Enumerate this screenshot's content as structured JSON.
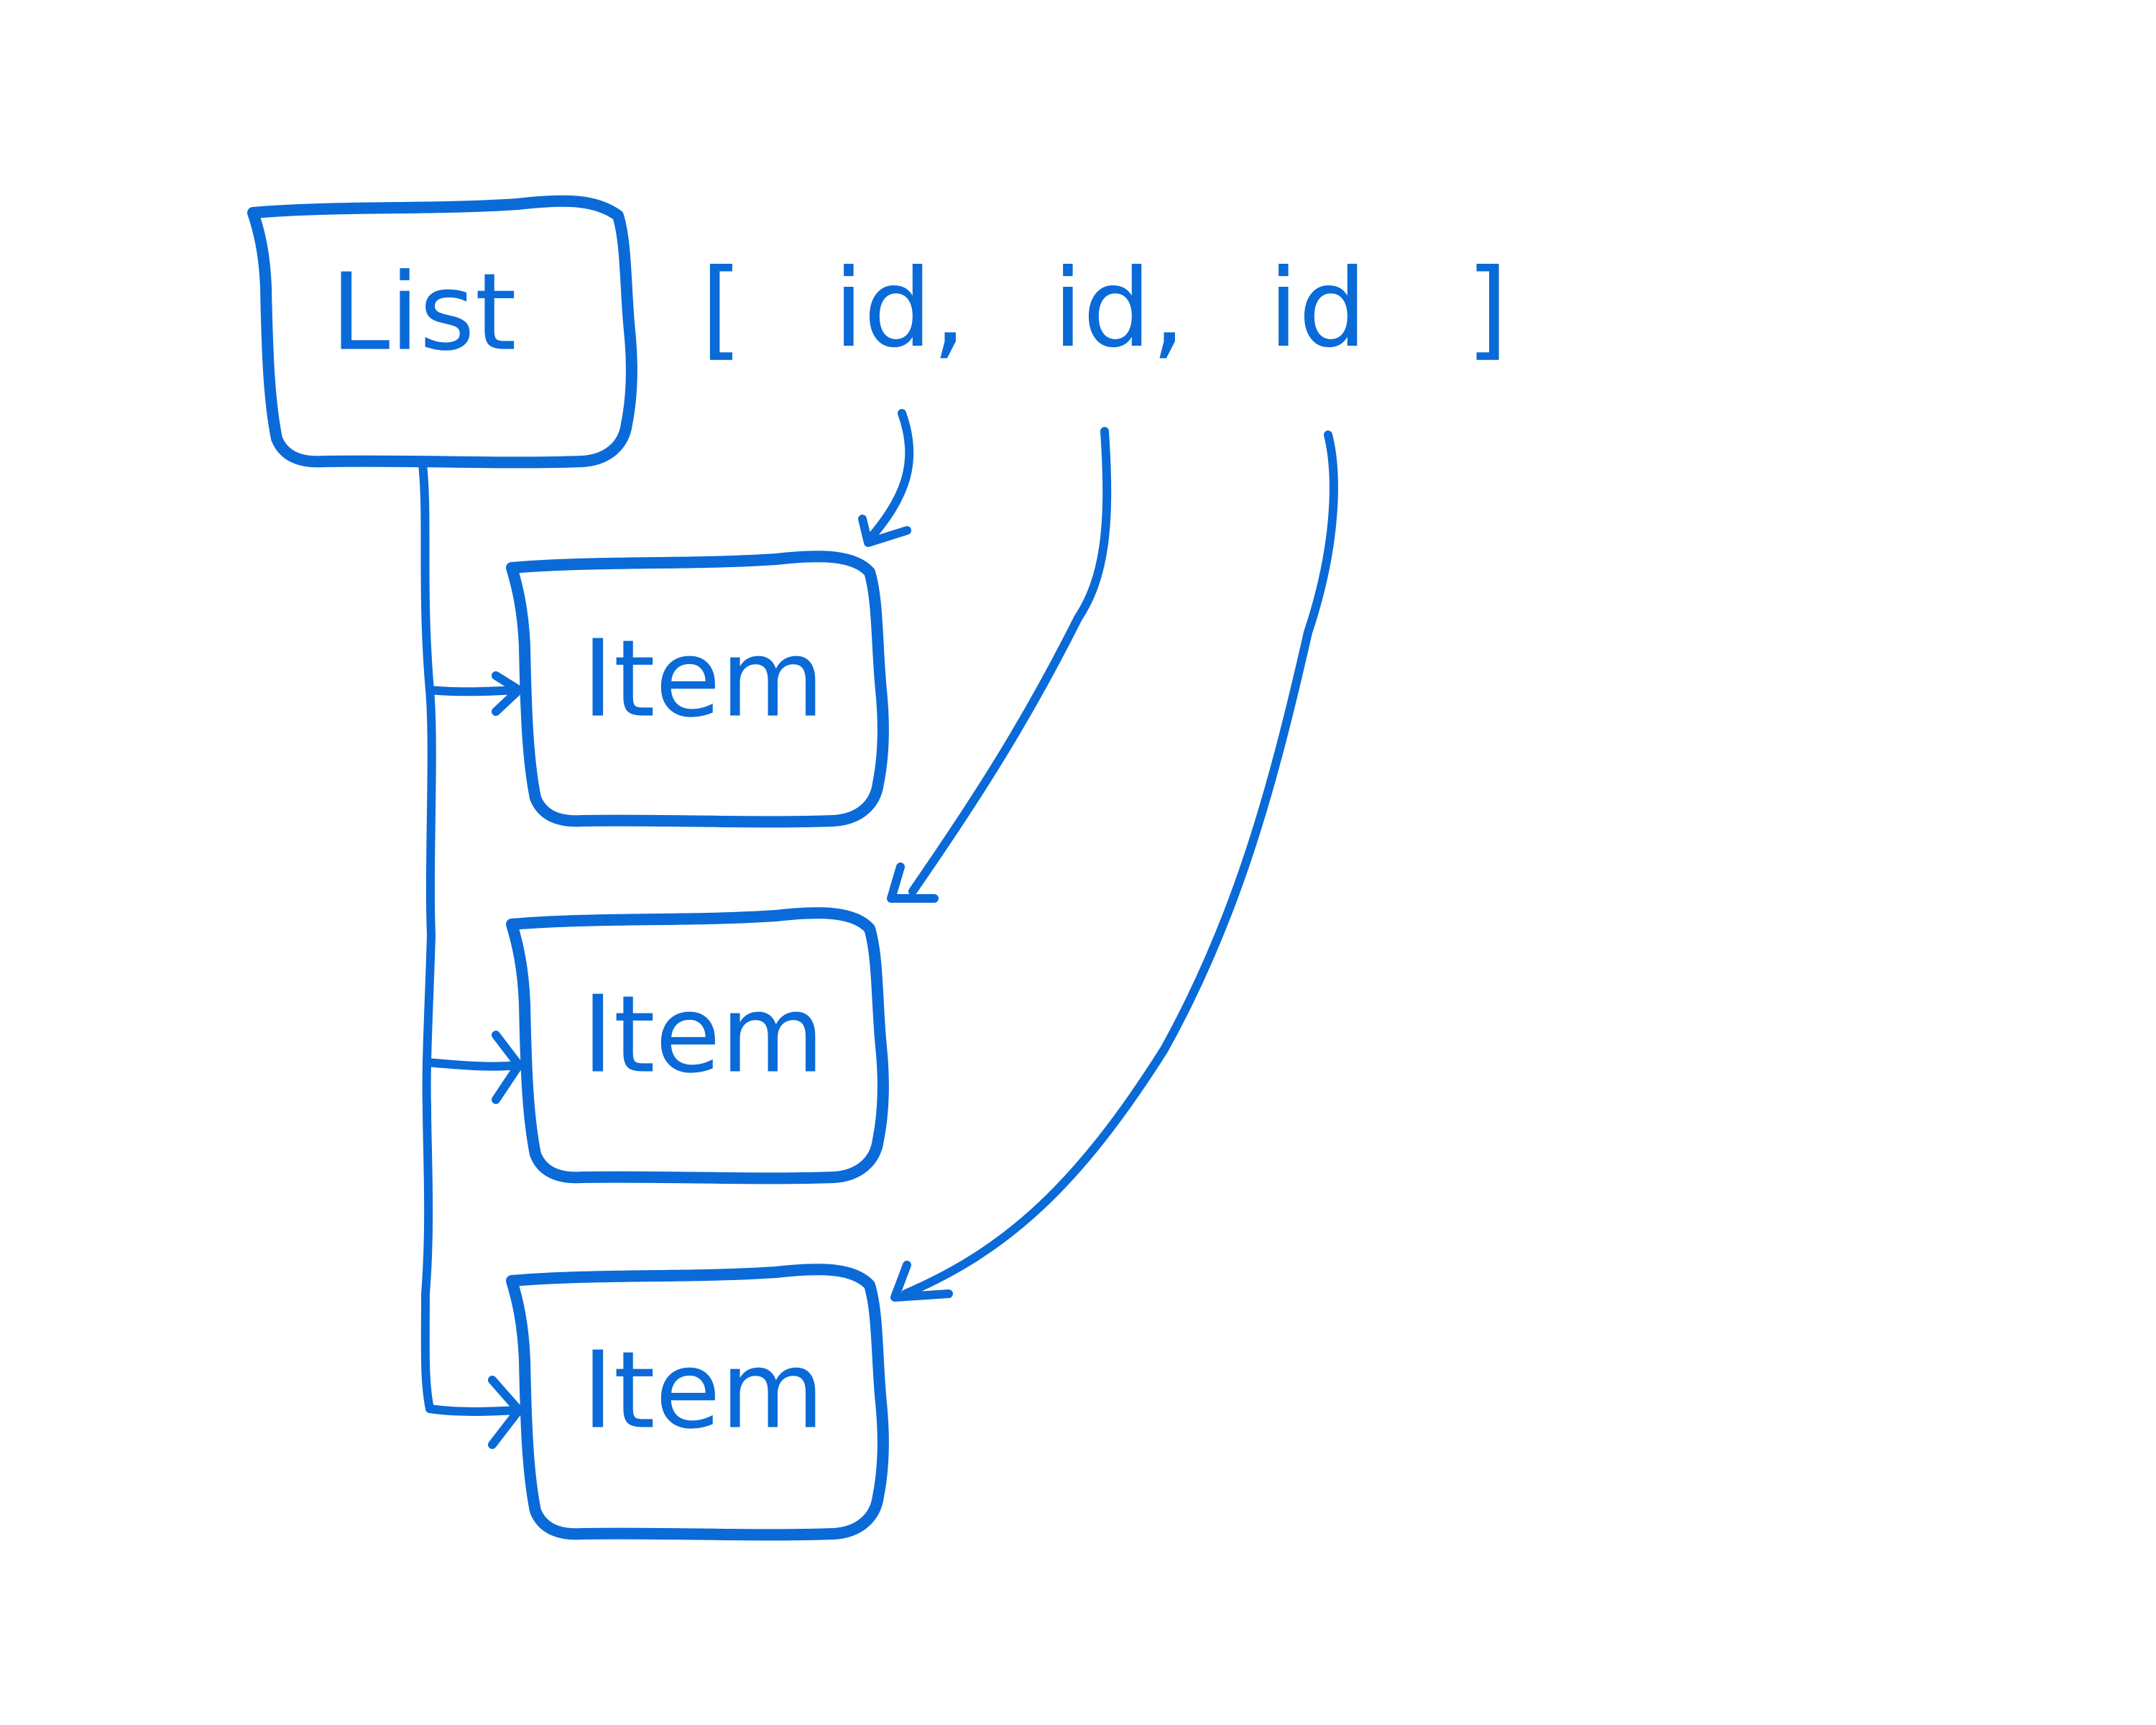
{
  "diagram": {
    "list_label": "List",
    "array": {
      "open_bracket": "[",
      "ids": [
        "id,",
        "id,",
        "id"
      ],
      "close_bracket": "]"
    },
    "items": [
      {
        "label": "Item"
      },
      {
        "label": "Item"
      },
      {
        "label": "Item"
      }
    ],
    "stroke_color": "#0a6ad8"
  }
}
